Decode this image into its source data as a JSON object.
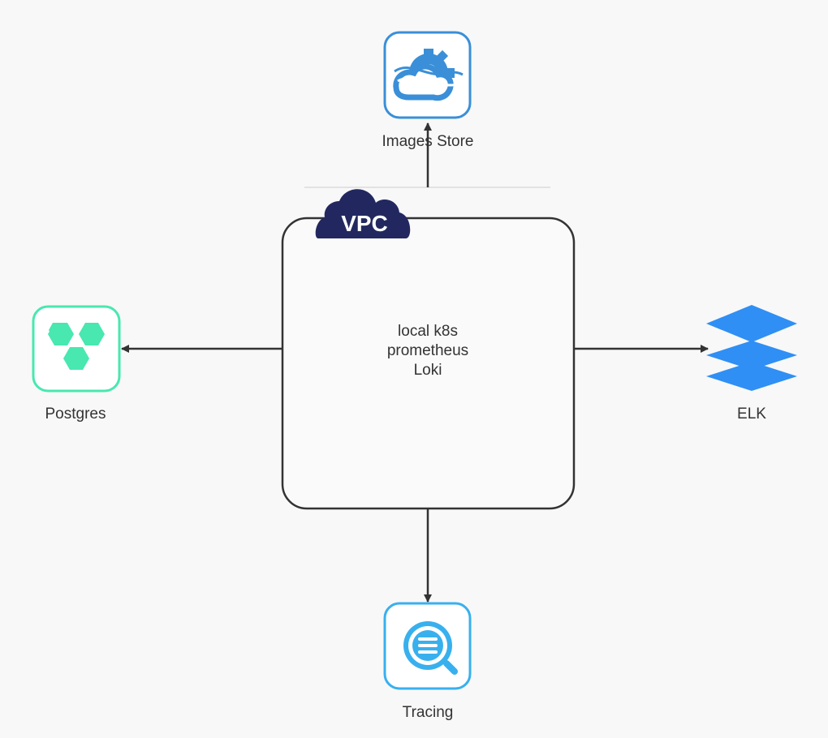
{
  "vpc": {
    "badge": "VPC",
    "lines": [
      "local k8s",
      "prometheus",
      "Loki"
    ]
  },
  "nodes": {
    "images_store": {
      "label": "Images Store",
      "icon": "cloud-gear-icon"
    },
    "postgres": {
      "label": "Postgres",
      "icon": "hexagon-cluster-icon"
    },
    "elk": {
      "label": "ELK",
      "icon": "layers-stack-icon"
    },
    "tracing": {
      "label": "Tracing",
      "icon": "search-list-icon"
    }
  },
  "colors": {
    "background": "#f8f8f8",
    "edge": "#333333",
    "vpc_badge": "#22285f",
    "images_store": "#3a8fd8",
    "postgres": "#48e8b0",
    "elk": "#2f8ff5",
    "tracing": "#38b0ee"
  }
}
